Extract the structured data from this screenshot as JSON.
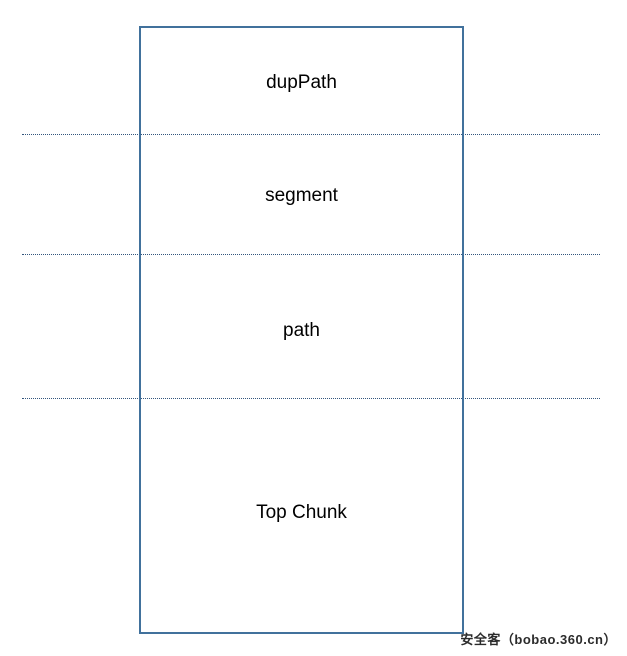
{
  "diagram": {
    "sections": [
      {
        "label": "dupPath"
      },
      {
        "label": "segment"
      },
      {
        "label": "path"
      },
      {
        "label": "Top Chunk"
      }
    ],
    "colors": {
      "rect_border": "#41719c",
      "divider_dots": "#33567d",
      "label_text": "#000000"
    }
  },
  "watermark": {
    "text": "安全客（bobao.360.cn）"
  }
}
